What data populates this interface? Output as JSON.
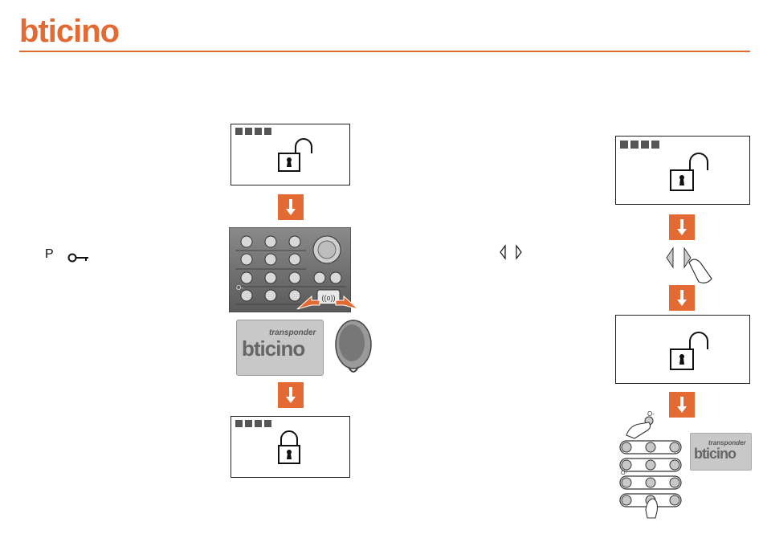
{
  "brand": {
    "logo_text": "bticino",
    "accent_color": "#e46a34"
  },
  "left_instruction": {
    "letter": "P",
    "key_icon": "key-icon"
  },
  "right_instruction": {
    "arrows_icon": "left-right-arrows-icon"
  },
  "transponder_card": {
    "label_top": "transponder",
    "label_brand": "bticino"
  },
  "small_card": {
    "label_top": "transponder",
    "label_brand": "bticino"
  },
  "screens": {
    "screen1_state": "unlocked",
    "screen2_state": "locked",
    "screen3_state": "unlocked",
    "screen4_state": "unlocked"
  }
}
